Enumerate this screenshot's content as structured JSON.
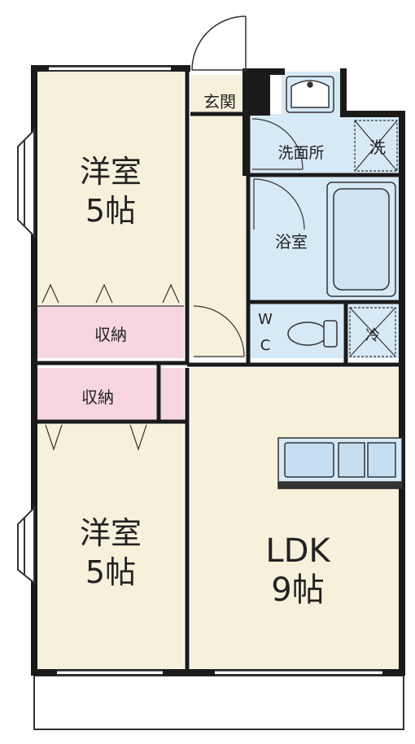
{
  "colors": {
    "room": "#f7f1dc",
    "storage": "#f7d6e2",
    "wet": "#d6e9f7",
    "wall": "#1a1a1a",
    "thin": "#555555"
  },
  "rooms": {
    "bedroom_top": {
      "name": "洋室",
      "size": "5帖"
    },
    "bedroom_bottom": {
      "name": "洋室",
      "size": "5帖"
    },
    "ldk": {
      "name": "LDK",
      "size": "9帖"
    },
    "closet_top": {
      "name": "収納"
    },
    "closet_bottom": {
      "name": "収納"
    },
    "entrance": {
      "name": "玄関"
    },
    "washroom": {
      "name": "洗面所"
    },
    "bathroom": {
      "name": "浴室"
    },
    "toilet": {
      "line1": "W",
      "line2": "C"
    },
    "washer": {
      "name": "洗"
    },
    "fridge": {
      "name": "冷"
    }
  }
}
